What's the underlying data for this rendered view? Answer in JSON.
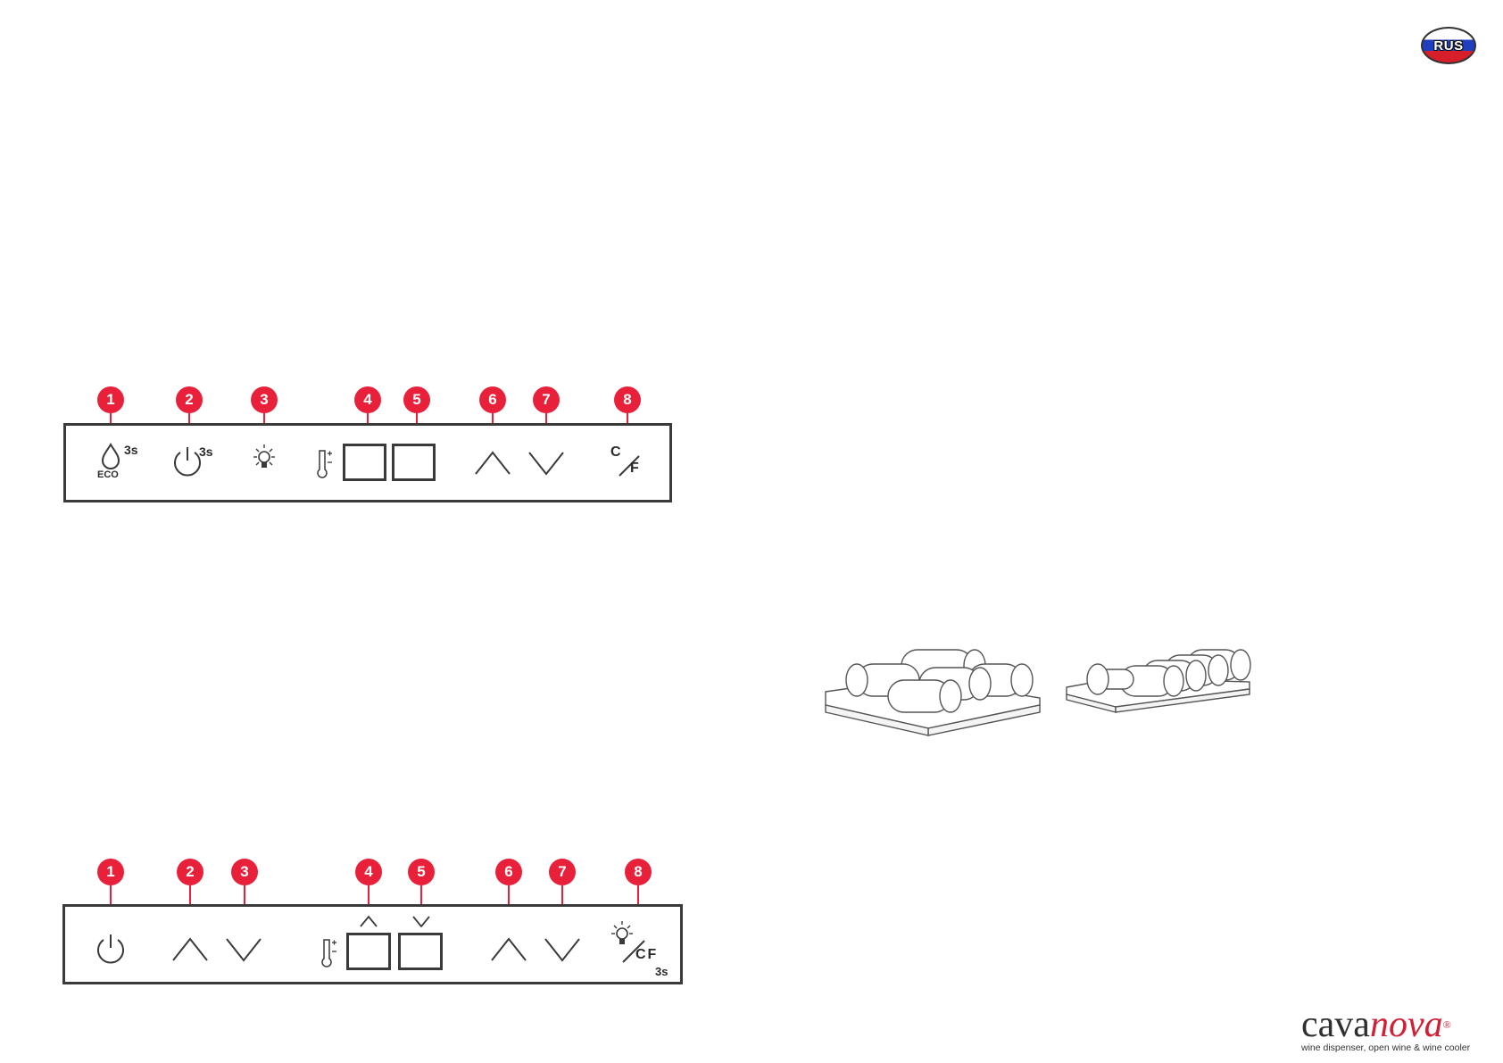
{
  "badge_flag": {
    "label": "RUS"
  },
  "panel_top": {
    "badges": [
      "1",
      "2",
      "3",
      "4",
      "5",
      "6",
      "7",
      "8"
    ],
    "eco_hold_label": "3s",
    "eco_label": "ECO",
    "power_hold_label": "3s",
    "unit_c": "C",
    "unit_f": "F"
  },
  "panel_bottom": {
    "badges": [
      "1",
      "2",
      "3",
      "4",
      "5",
      "6",
      "7",
      "8"
    ],
    "unit_cf": "CF",
    "hold_label": "3s"
  },
  "logo": {
    "brand_prefix": "cava",
    "brand_suffix": "nova",
    "registered": "®",
    "tagline": "wine dispenser, open wine & wine cooler"
  },
  "colors": {
    "badge": "#e8203a",
    "panel_border": "#3a3a3a",
    "brand_accent": "#d11f35"
  }
}
